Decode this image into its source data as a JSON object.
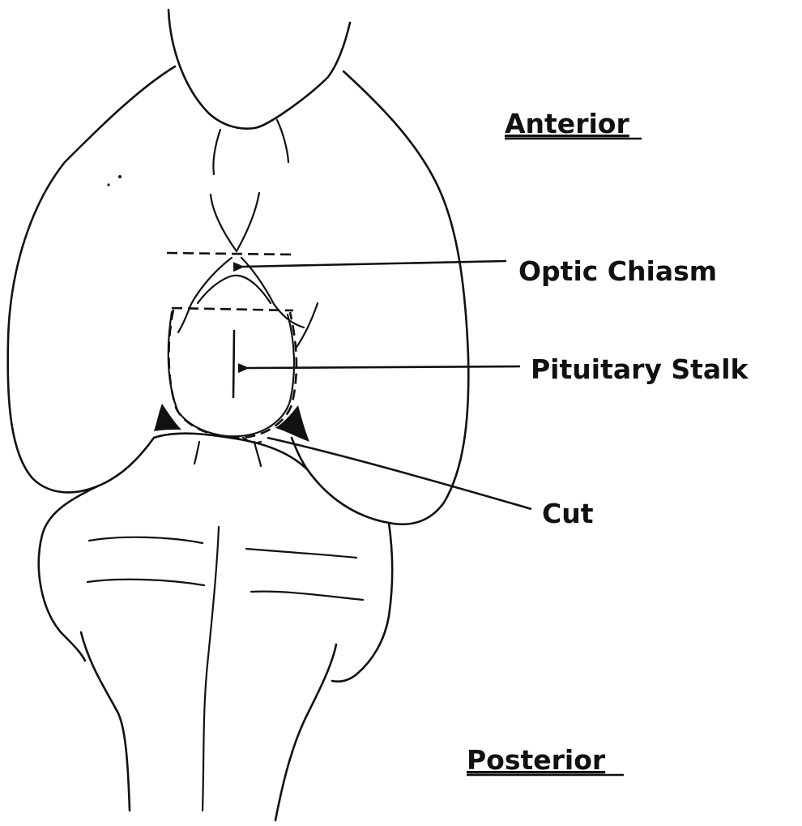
{
  "labels": {
    "anterior": "Anterior",
    "posterior": "Posterior",
    "optic_chiasm": "Optic  Chiasm",
    "pituitary_stalk": "Pituitary  Stalk",
    "cut": "Cut"
  },
  "colors": {
    "ink": "#111111",
    "background": "#ffffff"
  }
}
